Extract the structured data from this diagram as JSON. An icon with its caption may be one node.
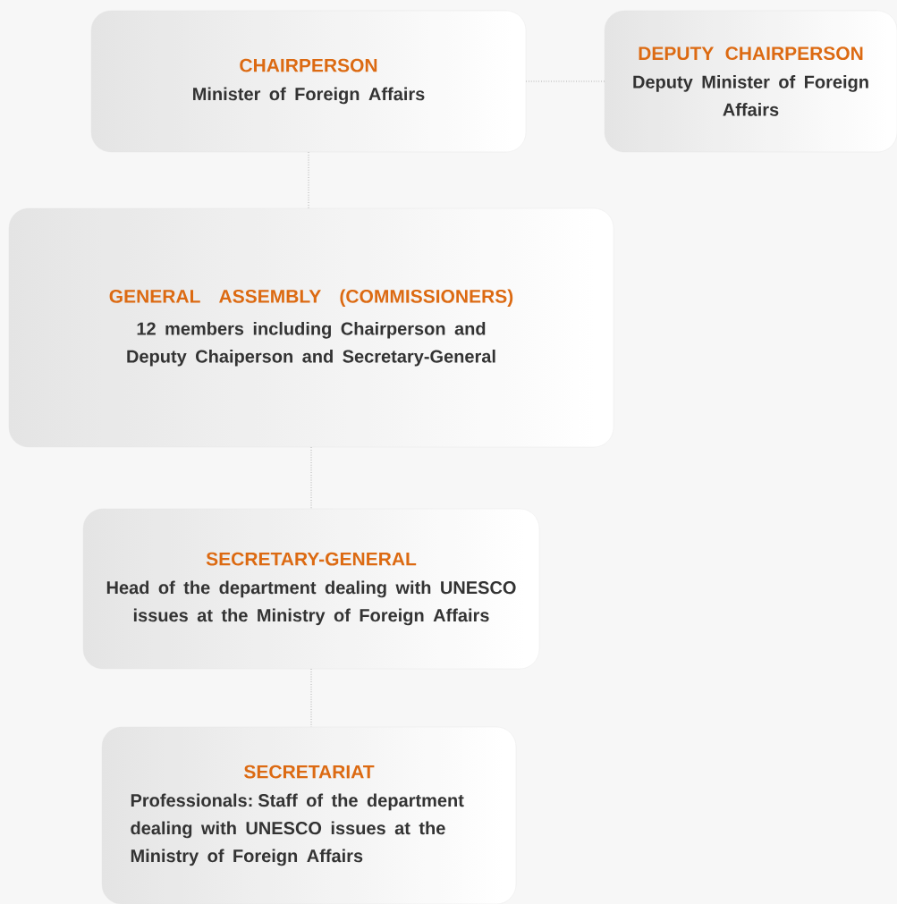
{
  "diagram": {
    "nodes": [
      {
        "text": [
          "CHAIRPERSON",
          "Minister of Foreign Affairs"
        ]
      },
      {
        "text": [
          "DEPUTY CHAIRPERSON",
          "Deputy Minister of Foreign Affairs"
        ]
      },
      {
        "text": [
          "GENERAL ASSEMBLY (COMMISSIONERS)",
          "12 members including Chairperson and Deputy Chaiperson and Secretary-General"
        ]
      },
      {
        "text": [
          "SECRETARY-GENERAL",
          "Head of the department dealing with UNESCO issues at the Ministry of Foreign Affairs"
        ]
      },
      {
        "text": [
          "SECRETARIAT",
          "Professionals: Staff of the department dealing with UNESCO issues at the Ministry of Foreign Affairs"
        ]
      }
    ],
    "edges": [
      {
        "from": 0,
        "to": 1,
        "arrow": "none"
      },
      {
        "from": 0,
        "to": 2,
        "arrow": "none"
      },
      {
        "from": 2,
        "to": 3,
        "arrow": "none"
      },
      {
        "from": 3,
        "to": 4,
        "arrow": "none"
      }
    ]
  }
}
